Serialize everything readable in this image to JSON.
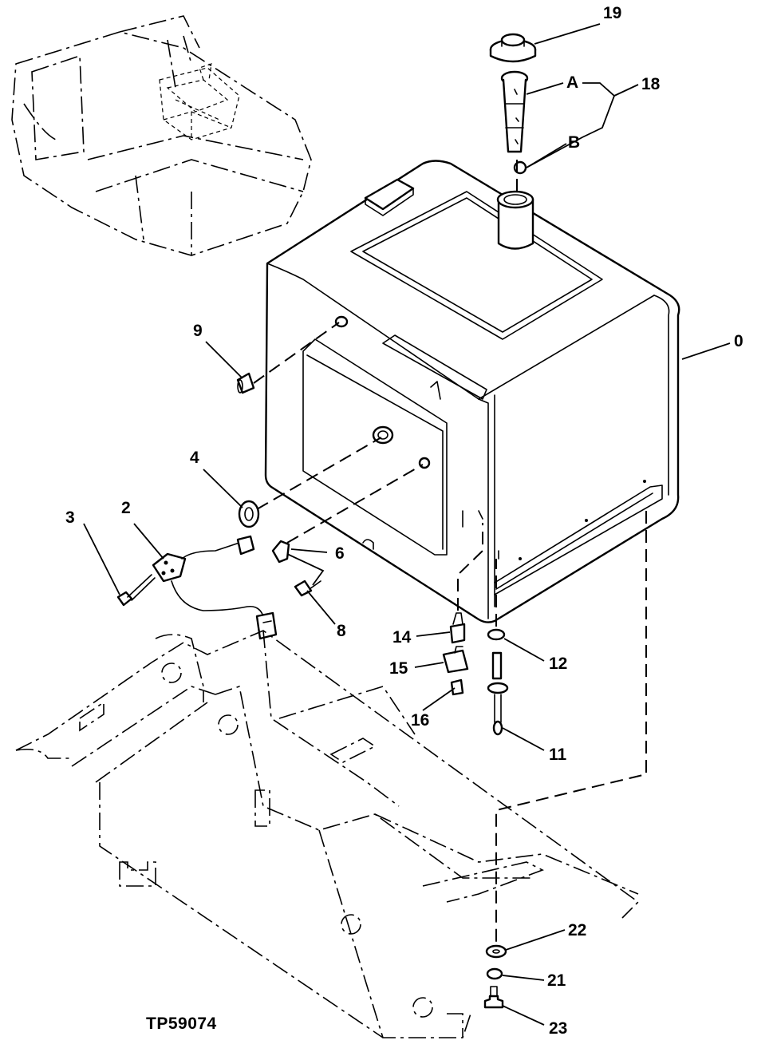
{
  "figure_id": "TP59074",
  "callouts": [
    {
      "key": "c19",
      "label": "19"
    },
    {
      "key": "c18",
      "label": "18"
    },
    {
      "key": "cA",
      "label": "A"
    },
    {
      "key": "cB",
      "label": "B"
    },
    {
      "key": "c0",
      "label": "0"
    },
    {
      "key": "c9",
      "label": "9"
    },
    {
      "key": "c4",
      "label": "4"
    },
    {
      "key": "c3",
      "label": "3"
    },
    {
      "key": "c2",
      "label": "2"
    },
    {
      "key": "c6",
      "label": "6"
    },
    {
      "key": "c8",
      "label": "8"
    },
    {
      "key": "c14",
      "label": "14"
    },
    {
      "key": "c12",
      "label": "12"
    },
    {
      "key": "c15",
      "label": "15"
    },
    {
      "key": "c16",
      "label": "16"
    },
    {
      "key": "c11",
      "label": "11"
    },
    {
      "key": "c22",
      "label": "22"
    },
    {
      "key": "c21",
      "label": "21"
    },
    {
      "key": "c23",
      "label": "23"
    }
  ]
}
